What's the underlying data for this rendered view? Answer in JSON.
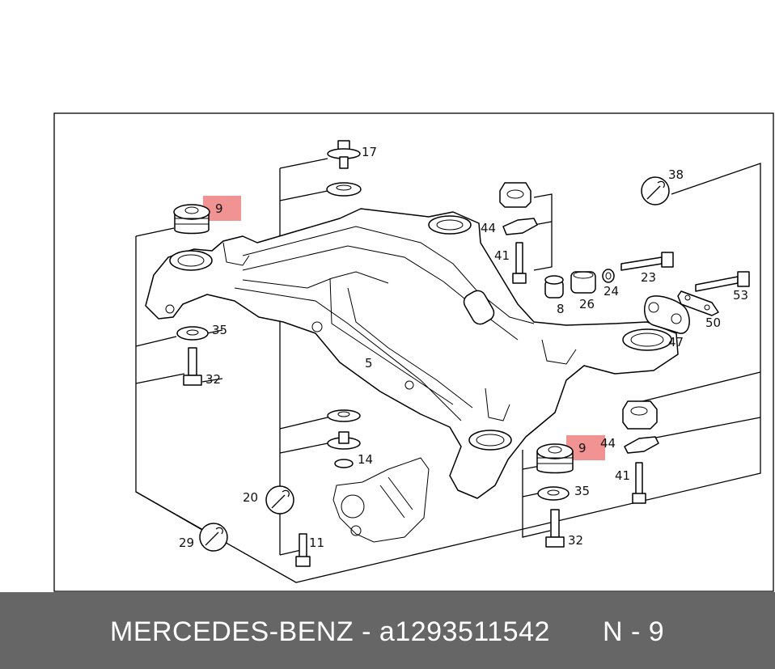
{
  "callouts": {
    "c17": "17",
    "c38": "38",
    "c9a": "9",
    "c44a": "44",
    "c41a": "41",
    "c23": "23",
    "c8": "8",
    "c26": "26",
    "c24": "24",
    "c53": "53",
    "c50": "50",
    "c47": "47",
    "c35a": "35",
    "c32a": "32",
    "c5": "5",
    "c14": "14",
    "c20": "20",
    "c11": "11",
    "c29": "29",
    "c9b": "9",
    "c44b": "44",
    "c41b": "41",
    "c35b": "35",
    "c32b": "32"
  },
  "highlight_color": "#f08080",
  "footer": {
    "brand_part": "MERCEDES-BENZ - a1293511542",
    "position": "N - 9",
    "background": "#666666"
  }
}
